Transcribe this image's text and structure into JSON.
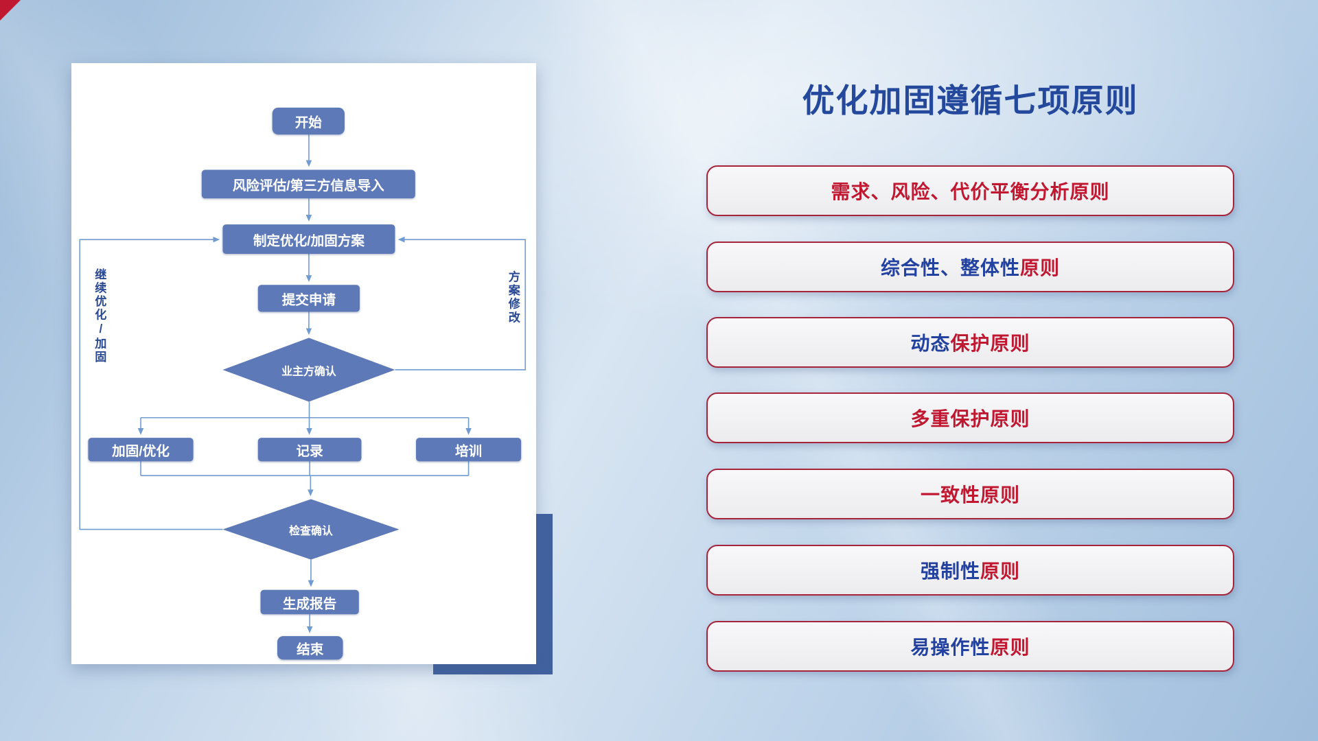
{
  "accent": {
    "navy": "#24489b",
    "red": "#c01830",
    "node_blue": "#5d79b8",
    "line_blue": "#6f9bd1",
    "shadow_block_blue": "#41619f"
  },
  "flowchart": {
    "nodes": {
      "start": "开始",
      "risk": "风险评估/第三方信息导入",
      "plan": "制定优化/加固方案",
      "submit": "提交申请",
      "owner": "业主方确认",
      "harden": "加固/优化",
      "record": "记录",
      "train": "培训",
      "check": "检查确认",
      "report": "生成报告",
      "end": "结束"
    },
    "side_labels": {
      "left": "继续优化/加固",
      "right": "方案修改"
    }
  },
  "panel": {
    "title": "优化加固遵循七项原则",
    "principles": [
      {
        "blue": "",
        "red": "需求、风险、代价平衡分析原则"
      },
      {
        "blue": "综合性、整体性",
        "red": "原则"
      },
      {
        "blue": "动态",
        "red": "保护原则"
      },
      {
        "blue": "",
        "red": "多重保护原则"
      },
      {
        "blue": "",
        "red": "一致性原则"
      },
      {
        "blue": "强制性",
        "red": "原则"
      },
      {
        "blue": "易操作性",
        "red": "原则"
      }
    ]
  }
}
